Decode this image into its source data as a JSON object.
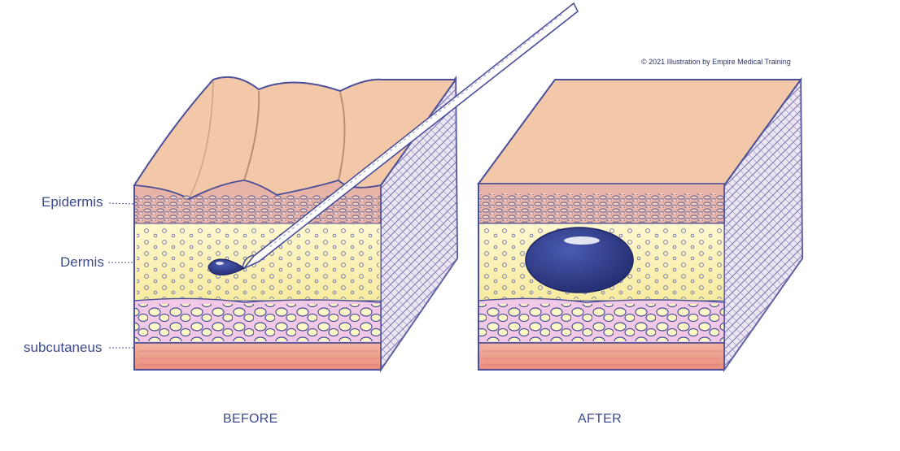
{
  "credit": "© 2021 Illustration by Empire Medical Training",
  "layer_labels": {
    "epidermis": "Epidermis",
    "dermis": "Dermis",
    "subcutaneus": "subcutaneus"
  },
  "captions": {
    "before": "BEFORE",
    "after": "AFTER"
  },
  "colors": {
    "outline": "#4b4f98",
    "skin_top": "#f2c8a8",
    "epidermis": "#e7b3a6",
    "dermis": "#fbf3c3",
    "fat": "#f1c9e6",
    "muscle": "#eea08f",
    "filler": "#2f3d8a"
  }
}
